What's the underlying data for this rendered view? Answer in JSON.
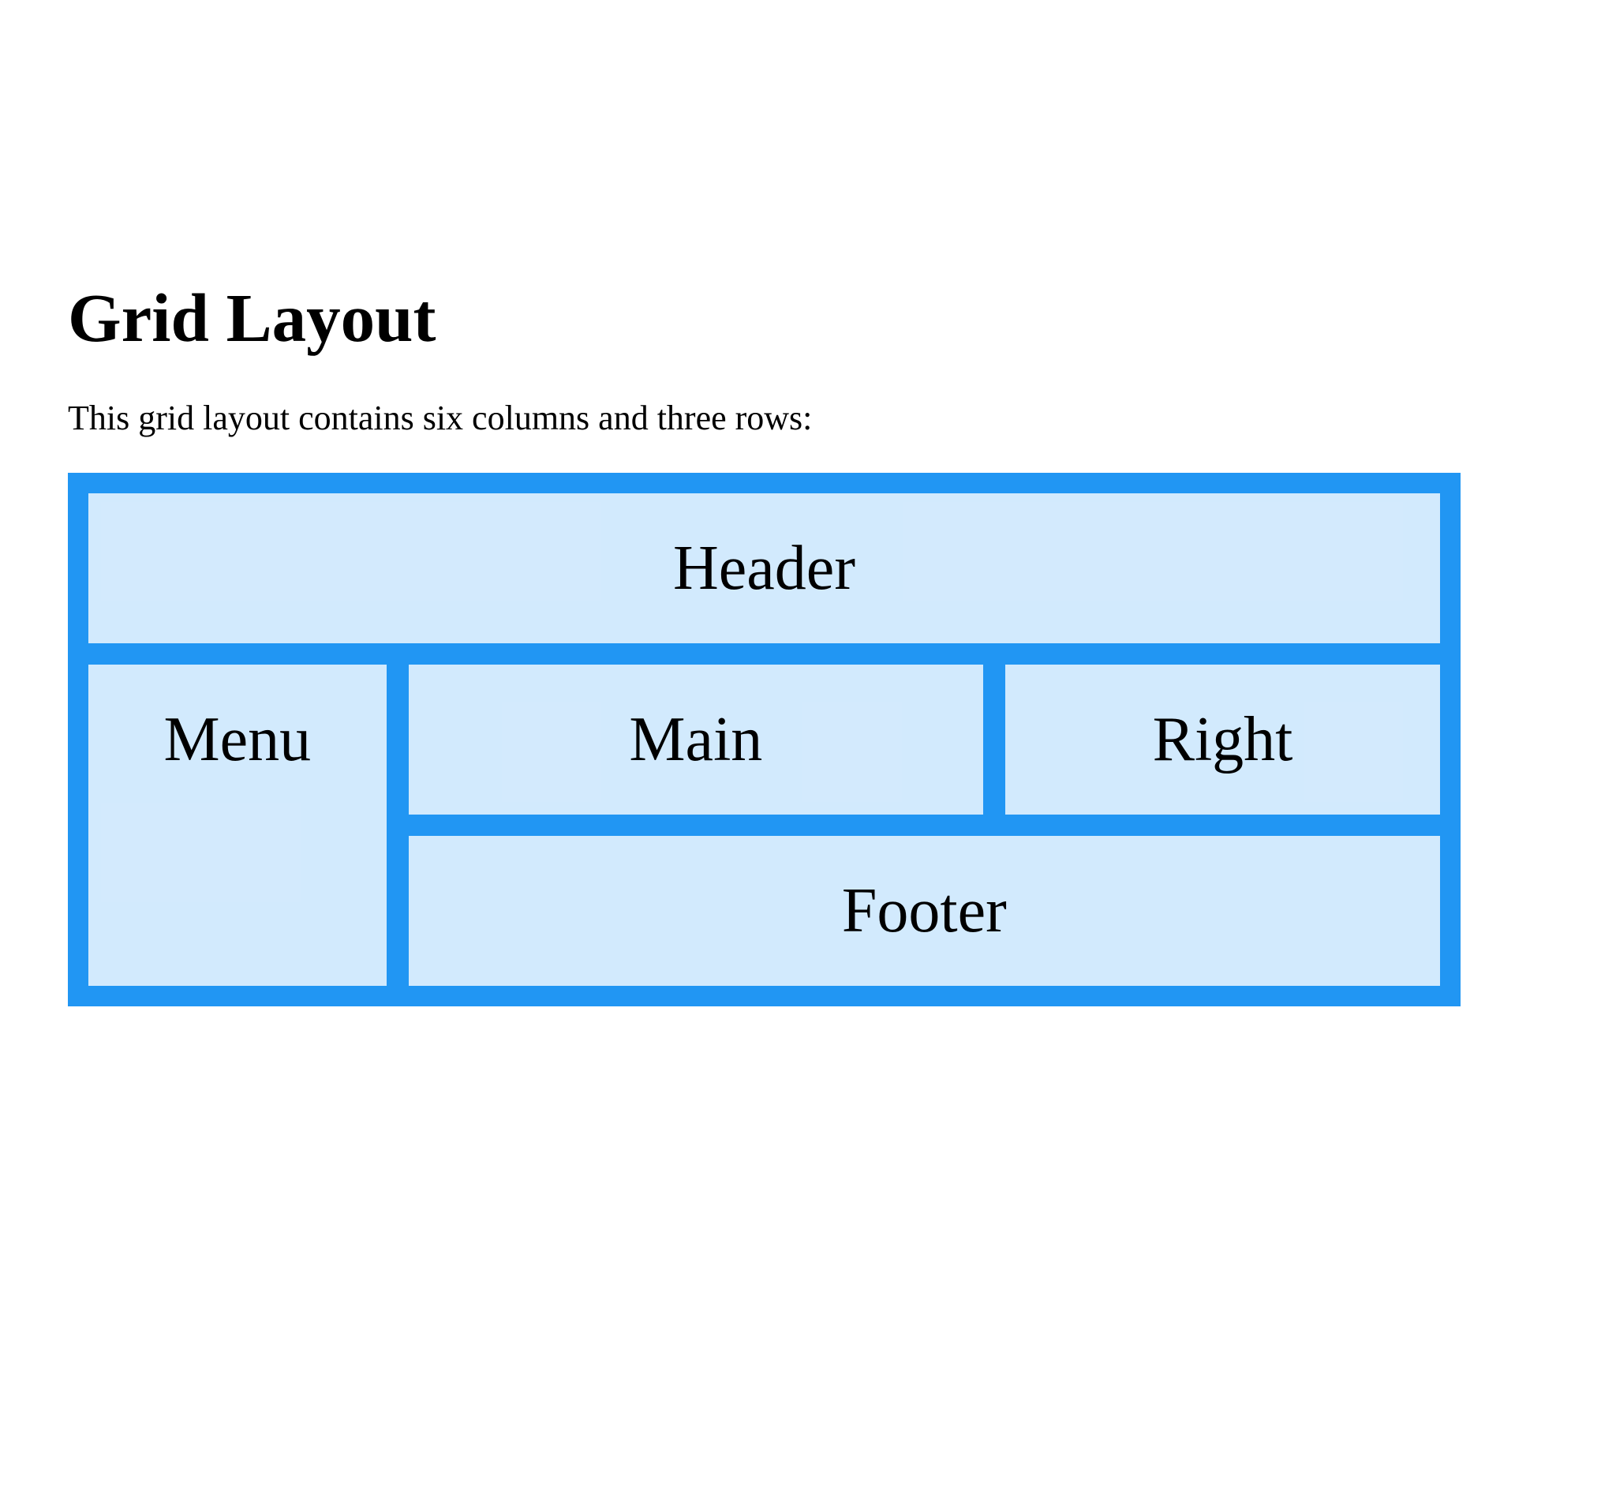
{
  "page": {
    "title": "Grid Layout",
    "description": "This grid layout contains six columns and three rows:"
  },
  "grid": {
    "columns": 6,
    "rows": 3,
    "container_color": "#2196F3",
    "cell_color": "rgba(255, 255, 255, 0.8)",
    "items": [
      {
        "label": "Header"
      },
      {
        "label": "Menu"
      },
      {
        "label": "Main"
      },
      {
        "label": "Right"
      },
      {
        "label": "Footer"
      }
    ]
  }
}
